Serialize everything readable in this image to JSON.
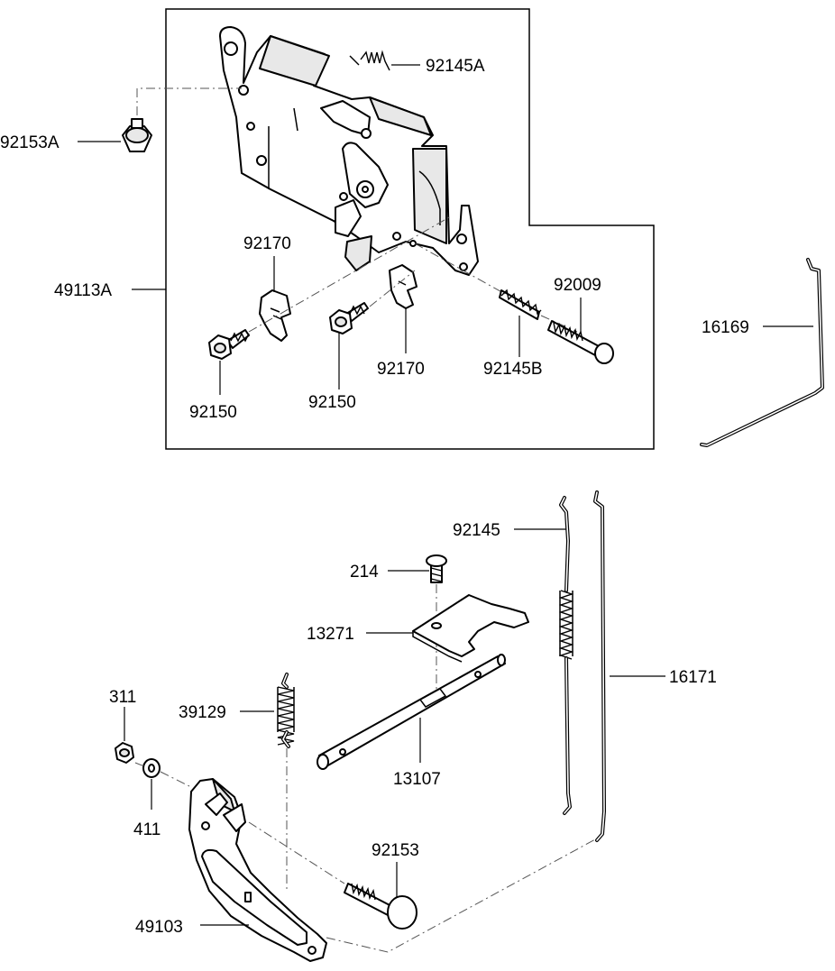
{
  "labels": {
    "p92145A": "92145A",
    "p92153A": "92153A",
    "p92170_top": "92170",
    "p49113A": "49113A",
    "p92009": "92009",
    "p16169": "16169",
    "p92145B": "92145B",
    "p92170_bottom": "92170",
    "p92150_left": "92150",
    "p92150_right": "92150",
    "p92145": "92145",
    "p214": "214",
    "p13271": "13271",
    "p16171": "16171",
    "p311": "311",
    "p39129": "39129",
    "p411": "411",
    "p13107": "13107",
    "p92153": "92153",
    "p49103": "49103"
  }
}
